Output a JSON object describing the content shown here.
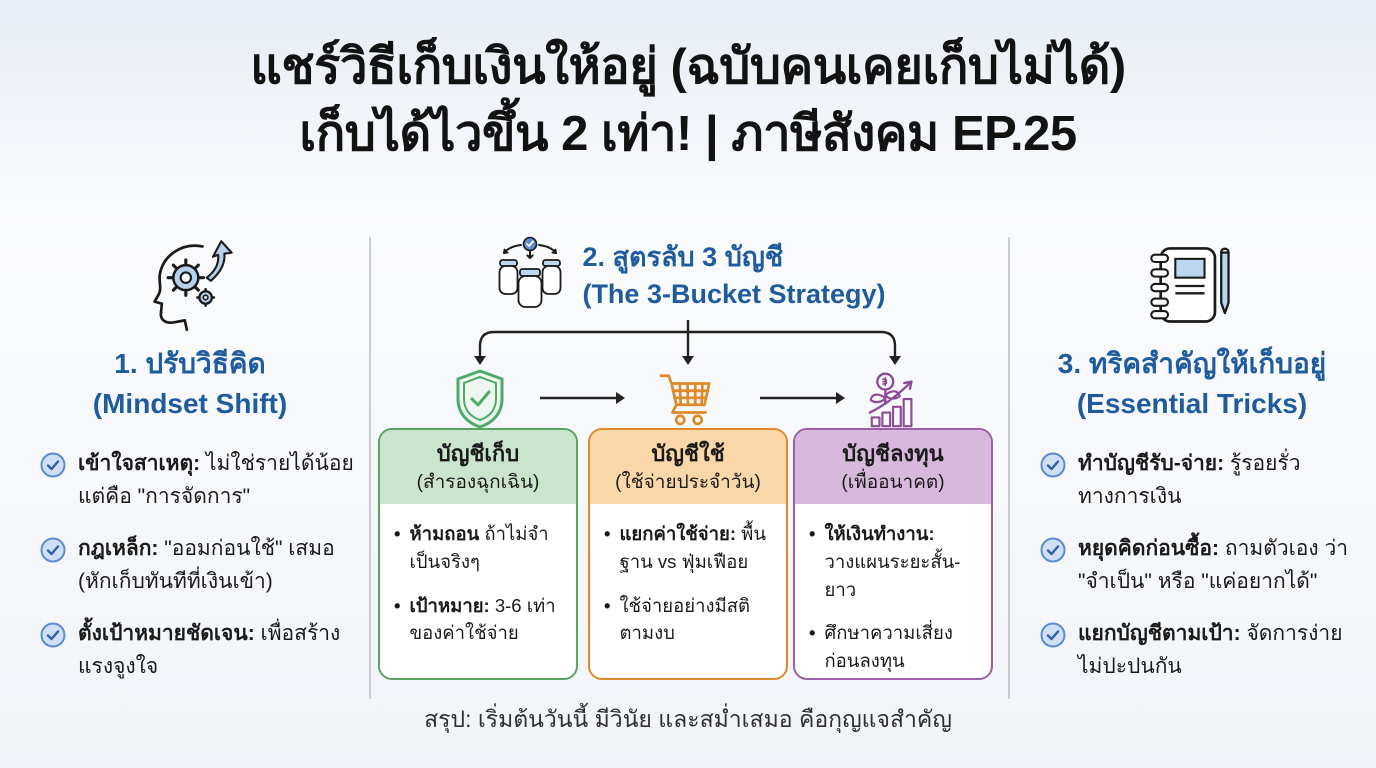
{
  "title": {
    "line1": "แชร์วิธีเก็บเงินให้อยู่ (ฉบับคนเคยเก็บไม่ได้)",
    "line2": "เก็บได้ไวขึ้น 2 เท่า! | ภาษีสังคม EP.25"
  },
  "sections": {
    "mindset": {
      "icon": "head-gears-arrow-icon",
      "heading": "1. ปรับวิธีคิด",
      "subheading": "(Mindset Shift)",
      "items": [
        {
          "lead": "เข้าใจสาเหตุ:",
          "rest": " ไม่ใช่รายได้น้อย แต่คือ \"การจัดการ\""
        },
        {
          "lead": "กฎเหล็ก:",
          "rest": " \"ออมก่อนใช้\" เสมอ (หักเก็บทันทีที่เงินเข้า)"
        },
        {
          "lead": "ตั้งเป้าหมายชัดเจน:",
          "rest": " เพื่อสร้างแรงจูงใจ"
        }
      ]
    },
    "strategy": {
      "icon": "savings-jars-icon",
      "heading": "2. สูตรลับ 3 บัญชี",
      "subheading": "(The 3-Bucket Strategy)",
      "buckets": [
        {
          "icon": "shield-check-icon",
          "title": "บัญชีเก็บ",
          "subtitle": "(สำรองฉุกเฉิน)",
          "border_color": "#5ba362",
          "header_bg": "#c9e5cc",
          "items": [
            {
              "lead": "ห้ามถอน",
              "rest": " ถ้าไม่จำเป็นจริงๆ"
            },
            {
              "lead": "เป้าหมาย:",
              "rest": " 3-6 เท่าของค่าใช้จ่าย"
            }
          ]
        },
        {
          "icon": "shopping-cart-icon",
          "title": "บัญชีใช้",
          "subtitle": "(ใช้จ่ายประจำวัน)",
          "border_color": "#e0892a",
          "header_bg": "#fad7a8",
          "items": [
            {
              "lead": "แยกค่าใช้จ่าย:",
              "rest": " พื้นฐาน vs ฟุ่มเฟือย"
            },
            {
              "lead": "",
              "rest": "ใช้จ่ายอย่างมีสติ ตามงบ"
            }
          ]
        },
        {
          "icon": "investment-growth-icon",
          "title": "บัญชีลงทุน",
          "subtitle": "(เพื่ออนาคต)",
          "border_color": "#9c5fa5",
          "header_bg": "#d9b8de",
          "items": [
            {
              "lead": "ให้เงินทำงาน:",
              "rest": " วางแผนระยะสั้น-ยาว"
            },
            {
              "lead": "",
              "rest": "ศึกษาความเสี่ยง ก่อนลงทุน"
            }
          ]
        }
      ]
    },
    "tricks": {
      "icon": "notebook-pen-icon",
      "heading": "3. ทริคสำคัญให้เก็บอยู่",
      "subheading": "(Essential Tricks)",
      "items": [
        {
          "lead": "ทำบัญชีรับ-จ่าย:",
          "rest": " รู้รอยรั่วทางการเงิน"
        },
        {
          "lead": "หยุดคิดก่อนซื้อ:",
          "rest": " ถามตัวเอง ว่า \"จำเป็น\" หรือ \"แค่อยากได้\""
        },
        {
          "lead": "แยกบัญชีตามเป้า:",
          "rest": " จัดการง่าย ไม่ปะปนกัน"
        }
      ]
    }
  },
  "summary": "สรุป: เริ่มต้นวันนี้ มีวินัย และสม่ำเสมอ คือกุญแจสำคัญ",
  "colors": {
    "accent_blue": "#1f5c9e",
    "title_color": "#121212",
    "text_dark": "#1a1a1a",
    "divider": "#c6cbd4",
    "green_border": "#5ba362",
    "green_header": "#c9e5cc",
    "orange_border": "#e0892a",
    "orange_header": "#fad7a8",
    "purple_border": "#9c5fa5",
    "purple_header": "#d9b8de",
    "check_ring": "#5b8bd0",
    "check_fill": "#cfe0f6",
    "check_mark": "#2f5fa8",
    "icon_blue_fill": "#b7d0ec",
    "line_dark": "#222222"
  }
}
